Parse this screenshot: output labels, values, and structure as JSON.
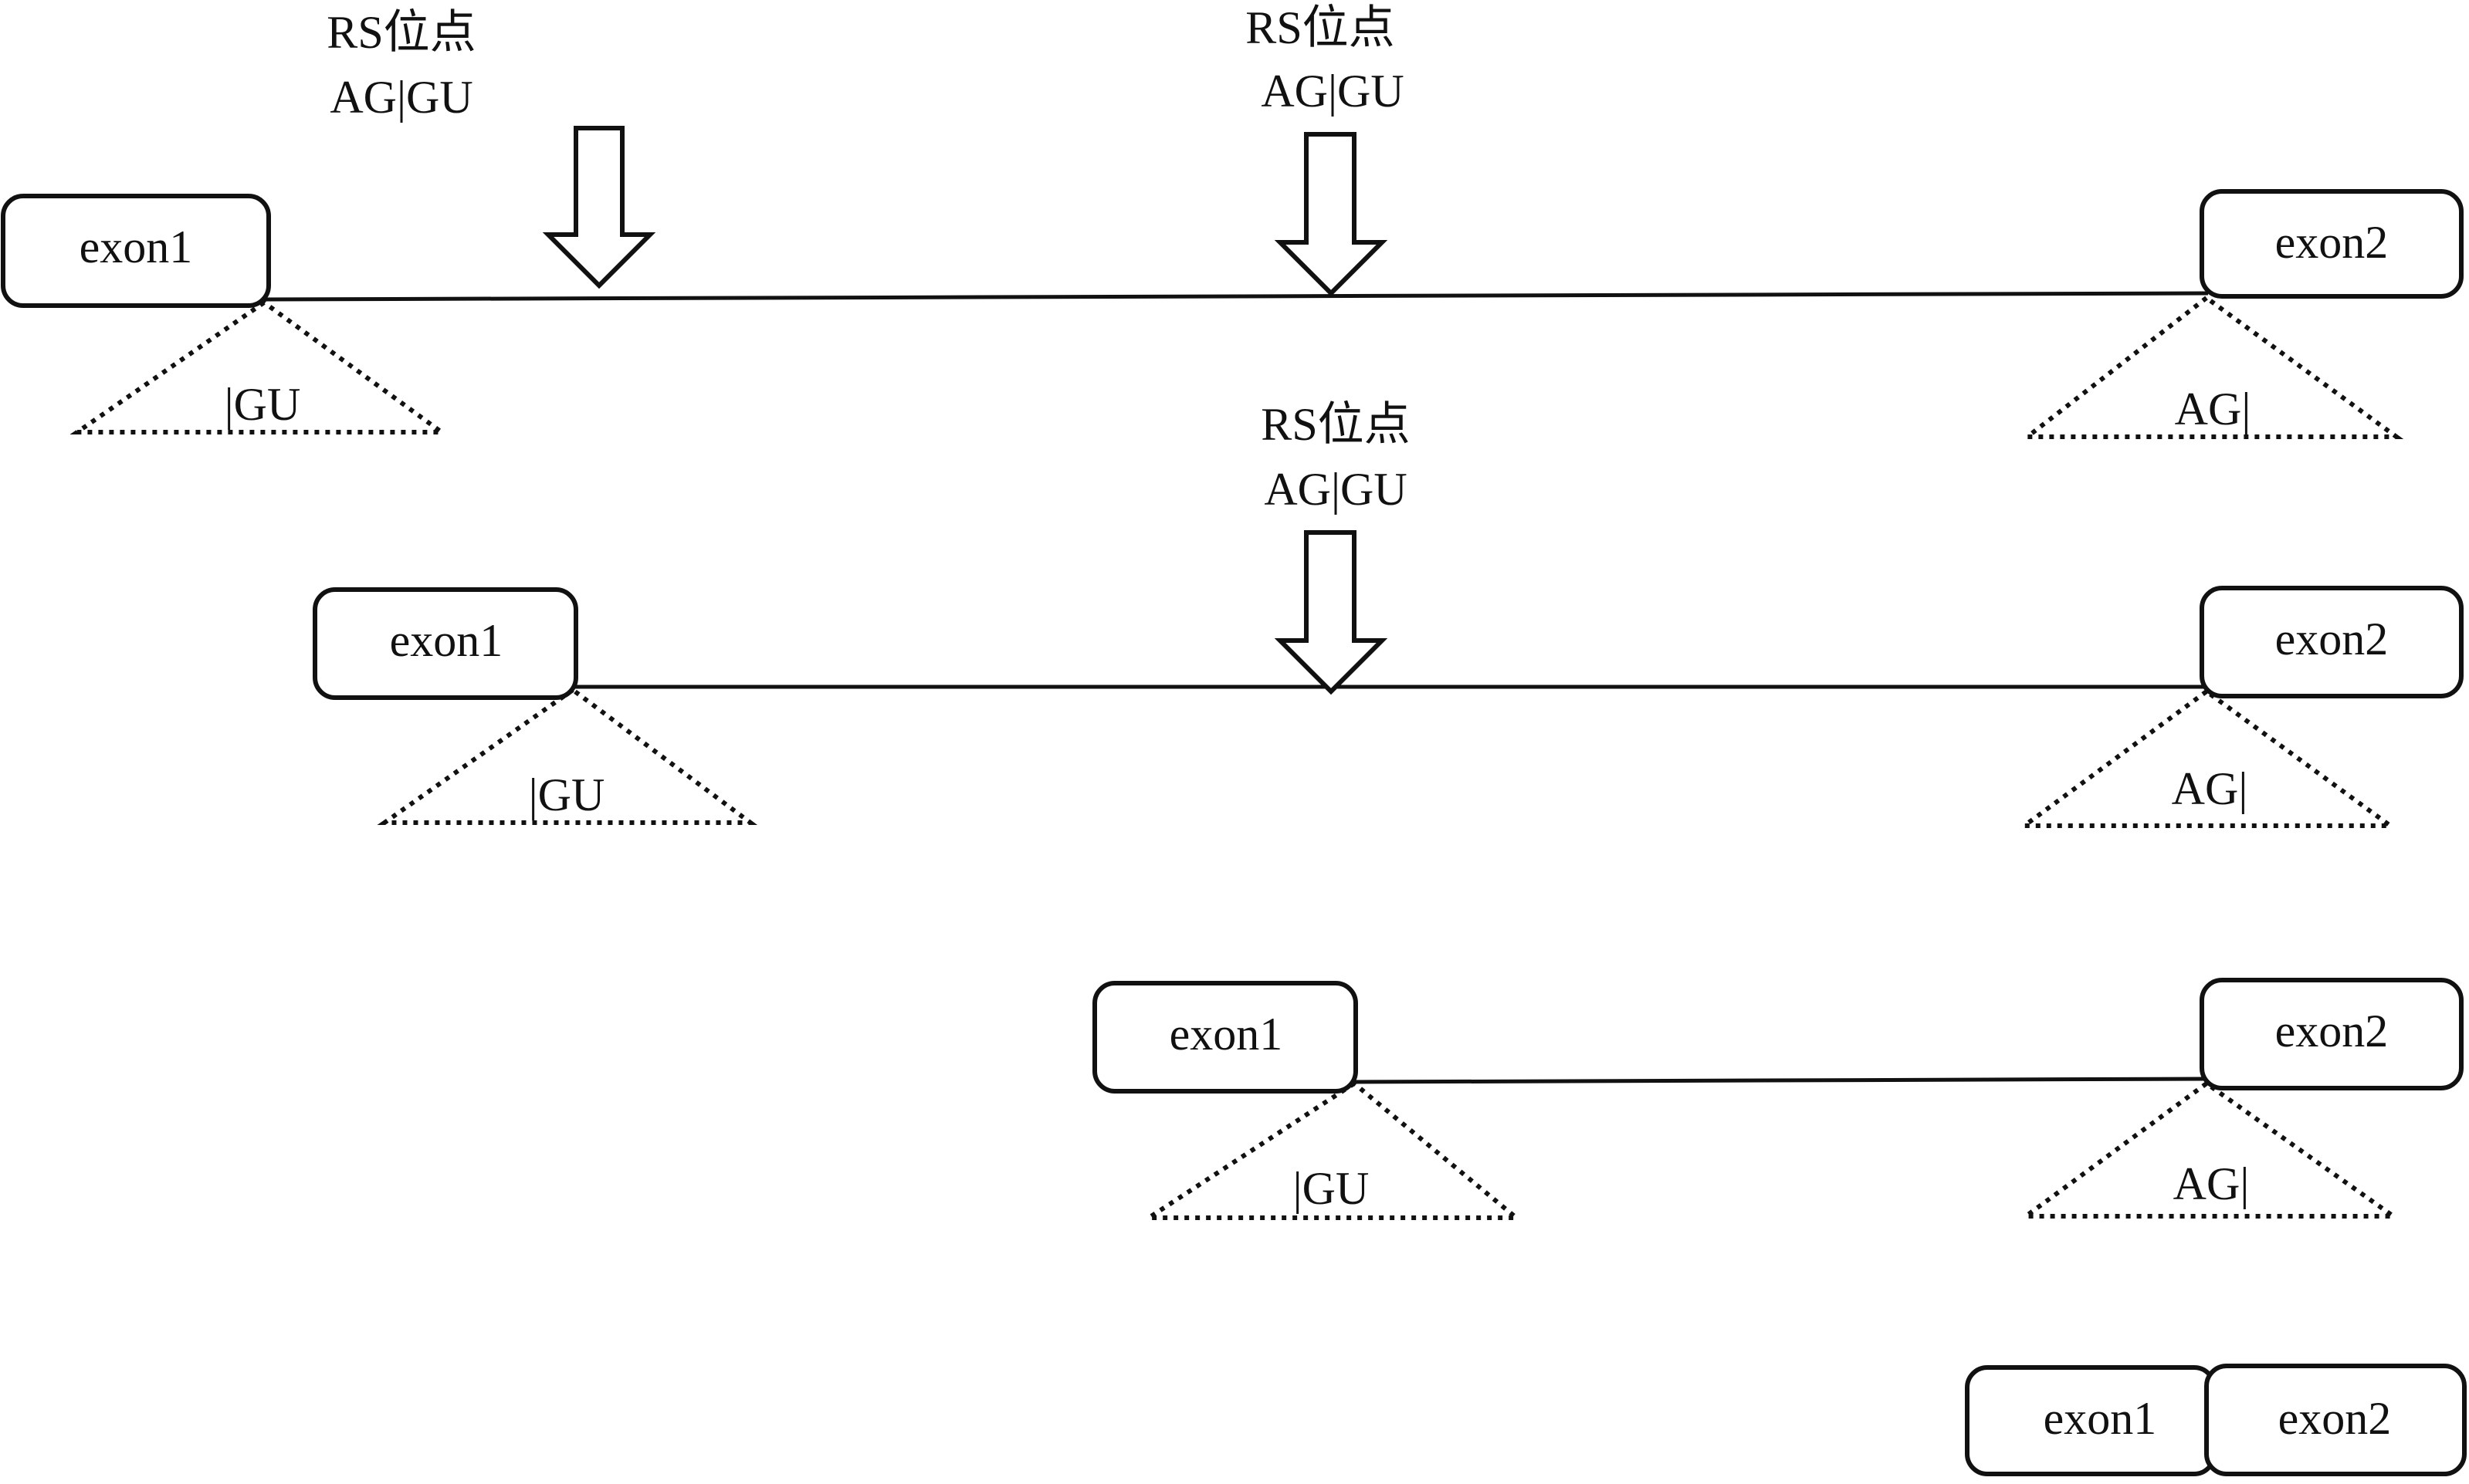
{
  "labels": {
    "exon1": "exon1",
    "exon2": "exon2",
    "gu": "|GU",
    "ag": "AG|",
    "rs_title": "RS位点",
    "rs_seq": "AG|GU"
  },
  "rows": [
    {
      "row": 1,
      "rs_sites": 2
    },
    {
      "row": 2,
      "rs_sites": 1
    },
    {
      "row": 3,
      "rs_sites": 0
    },
    {
      "row": 4,
      "note": "spliced exon1-exon2"
    }
  ],
  "colors": {
    "stroke": "#111111",
    "background": "#ffffff"
  }
}
